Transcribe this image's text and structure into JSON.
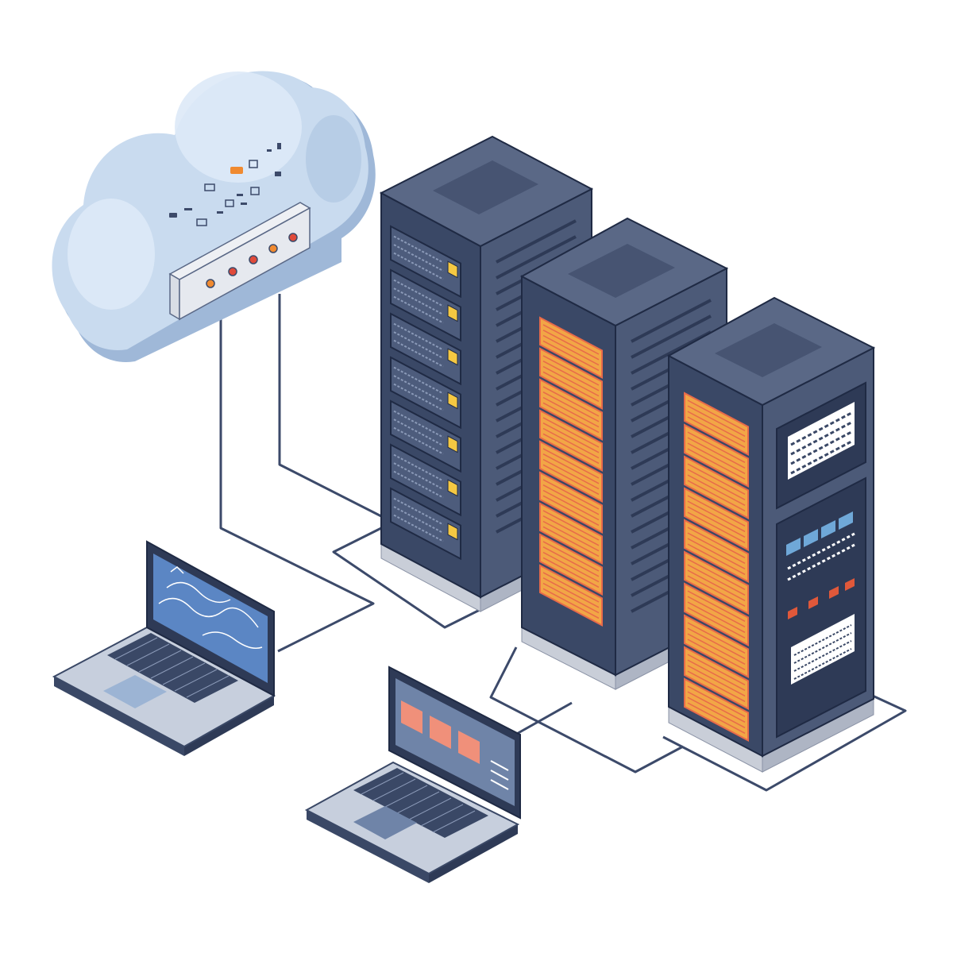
{
  "colors": {
    "background": "#ffffff",
    "cloud_light": "#dce8f6",
    "cloud_mid": "#b8cde6",
    "cloud_dark": "#9fb8d8",
    "rack_front": "#3a4866",
    "rack_side": "#4c5a78",
    "rack_top": "#5a6886",
    "rack_edge": "#1f2a44",
    "rack_base": "#c9ced8",
    "drive_orange": "#f2a646",
    "drive_red": "#e86a4a",
    "drive_yellow": "#f5c842",
    "cable": "#3c4a6a",
    "laptop_body": "#c7cfdd",
    "laptop_screen_blue": "#5b86c4",
    "laptop_screen_slate": "#6f84a8",
    "tile_salmon": "#f0907a",
    "panel_blue": "#6fa8d8",
    "panel_red": "#e0583a",
    "led_red": "#e04a3a",
    "led_orange": "#f08a30"
  },
  "scene": {
    "cloud": {
      "icon": "cloud-icon",
      "router": "router-device",
      "router_led_count": 5
    },
    "racks": [
      {
        "name": "rack-left",
        "drive_style": "slate-yellow",
        "drive_rows": 7
      },
      {
        "name": "rack-middle",
        "drive_style": "orange",
        "drive_rows": 9
      },
      {
        "name": "rack-right",
        "drive_style": "orange",
        "drive_rows": 10,
        "has_panel": true
      }
    ],
    "laptops": [
      {
        "name": "laptop-left",
        "screen": "wave-chart"
      },
      {
        "name": "laptop-front",
        "screen": "three-tiles",
        "tile_count": 3
      }
    ],
    "cables": {
      "network": "network-cables"
    }
  }
}
